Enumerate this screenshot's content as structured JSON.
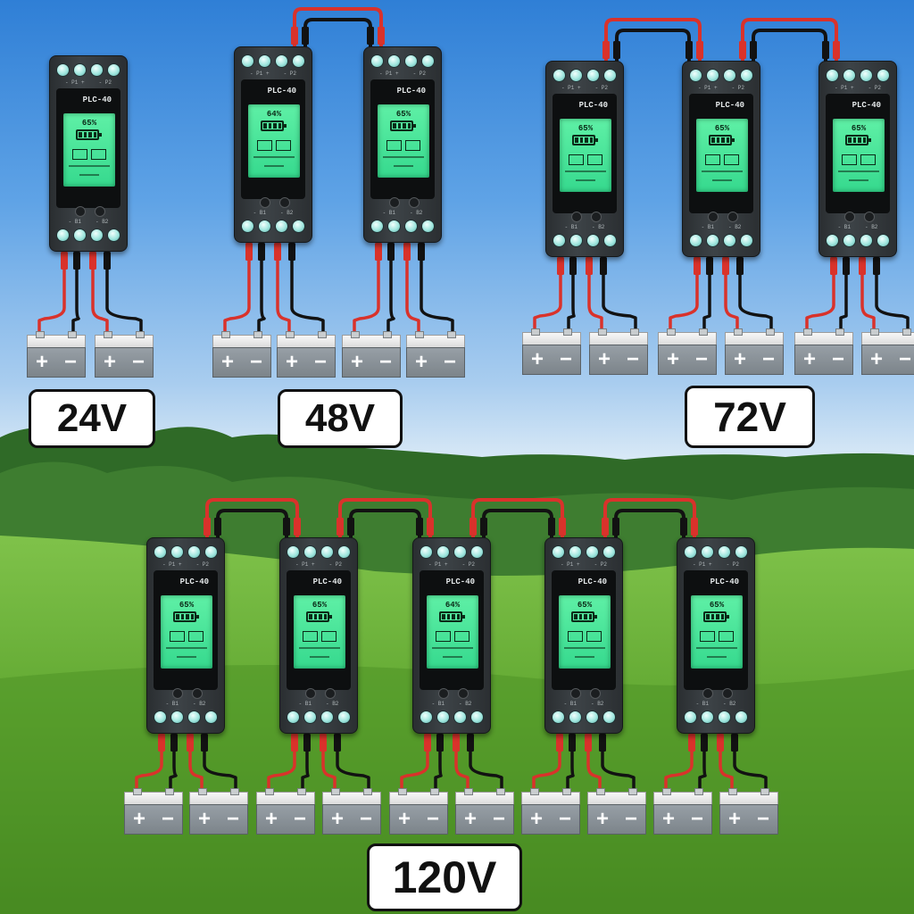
{
  "model_name": "PLC-40",
  "terminal_labels": {
    "top_left": "- P1 +",
    "top_right": "- P2",
    "bottom_left": "- B1",
    "bottom_right": "- B2"
  },
  "battery_symbols": {
    "plus": "+",
    "minus": "−"
  },
  "colors": {
    "positive_wire": "#d9322b",
    "negative_wire": "#121212",
    "lcd": "#45e59a",
    "sky": "#5fa3e6",
    "grass": "#6db43a"
  },
  "icons": [
    "battery-level-icon",
    "plus-terminal-icon",
    "minus-terminal-icon"
  ],
  "groups": [
    {
      "id": "24v",
      "voltage_label": "24V",
      "controllers": [
        {
          "battery_percent": "65%"
        }
      ]
    },
    {
      "id": "48v",
      "voltage_label": "48V",
      "controllers": [
        {
          "battery_percent": "64%"
        },
        {
          "battery_percent": "65%"
        }
      ]
    },
    {
      "id": "72v",
      "voltage_label": "72V",
      "controllers": [
        {
          "battery_percent": "65%"
        },
        {
          "battery_percent": "65%"
        },
        {
          "battery_percent": "65%"
        }
      ]
    },
    {
      "id": "120v",
      "voltage_label": "120V",
      "controllers": [
        {
          "battery_percent": "65%"
        },
        {
          "battery_percent": "65%"
        },
        {
          "battery_percent": "64%"
        },
        {
          "battery_percent": "65%"
        },
        {
          "battery_percent": "65%"
        }
      ]
    }
  ]
}
